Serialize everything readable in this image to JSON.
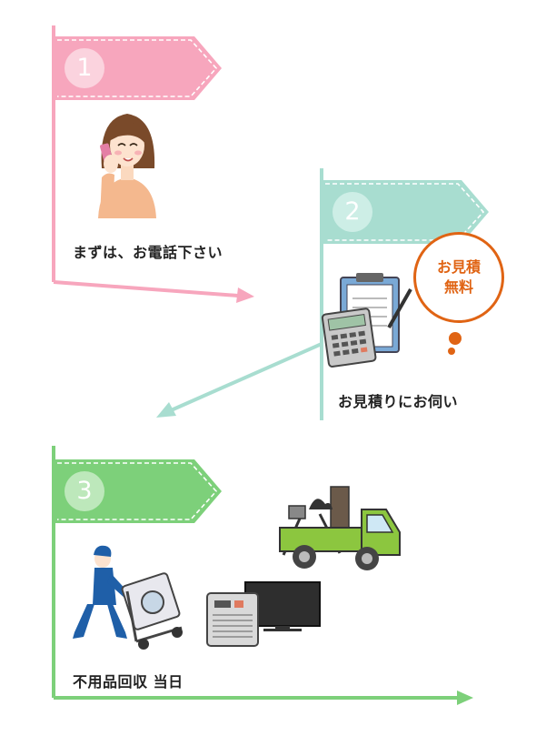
{
  "steps": [
    {
      "number": "1",
      "caption": "まずは、お電話下さい",
      "color": "#f7a6bd"
    },
    {
      "number": "2",
      "caption": "お見積りにお伺い",
      "color": "#a8ddd0"
    },
    {
      "number": "3",
      "caption": "不用品回収 当日",
      "color": "#7dd07a"
    }
  ],
  "badge": {
    "line1": "お見積",
    "line2": "無料",
    "color": "#e06414"
  }
}
